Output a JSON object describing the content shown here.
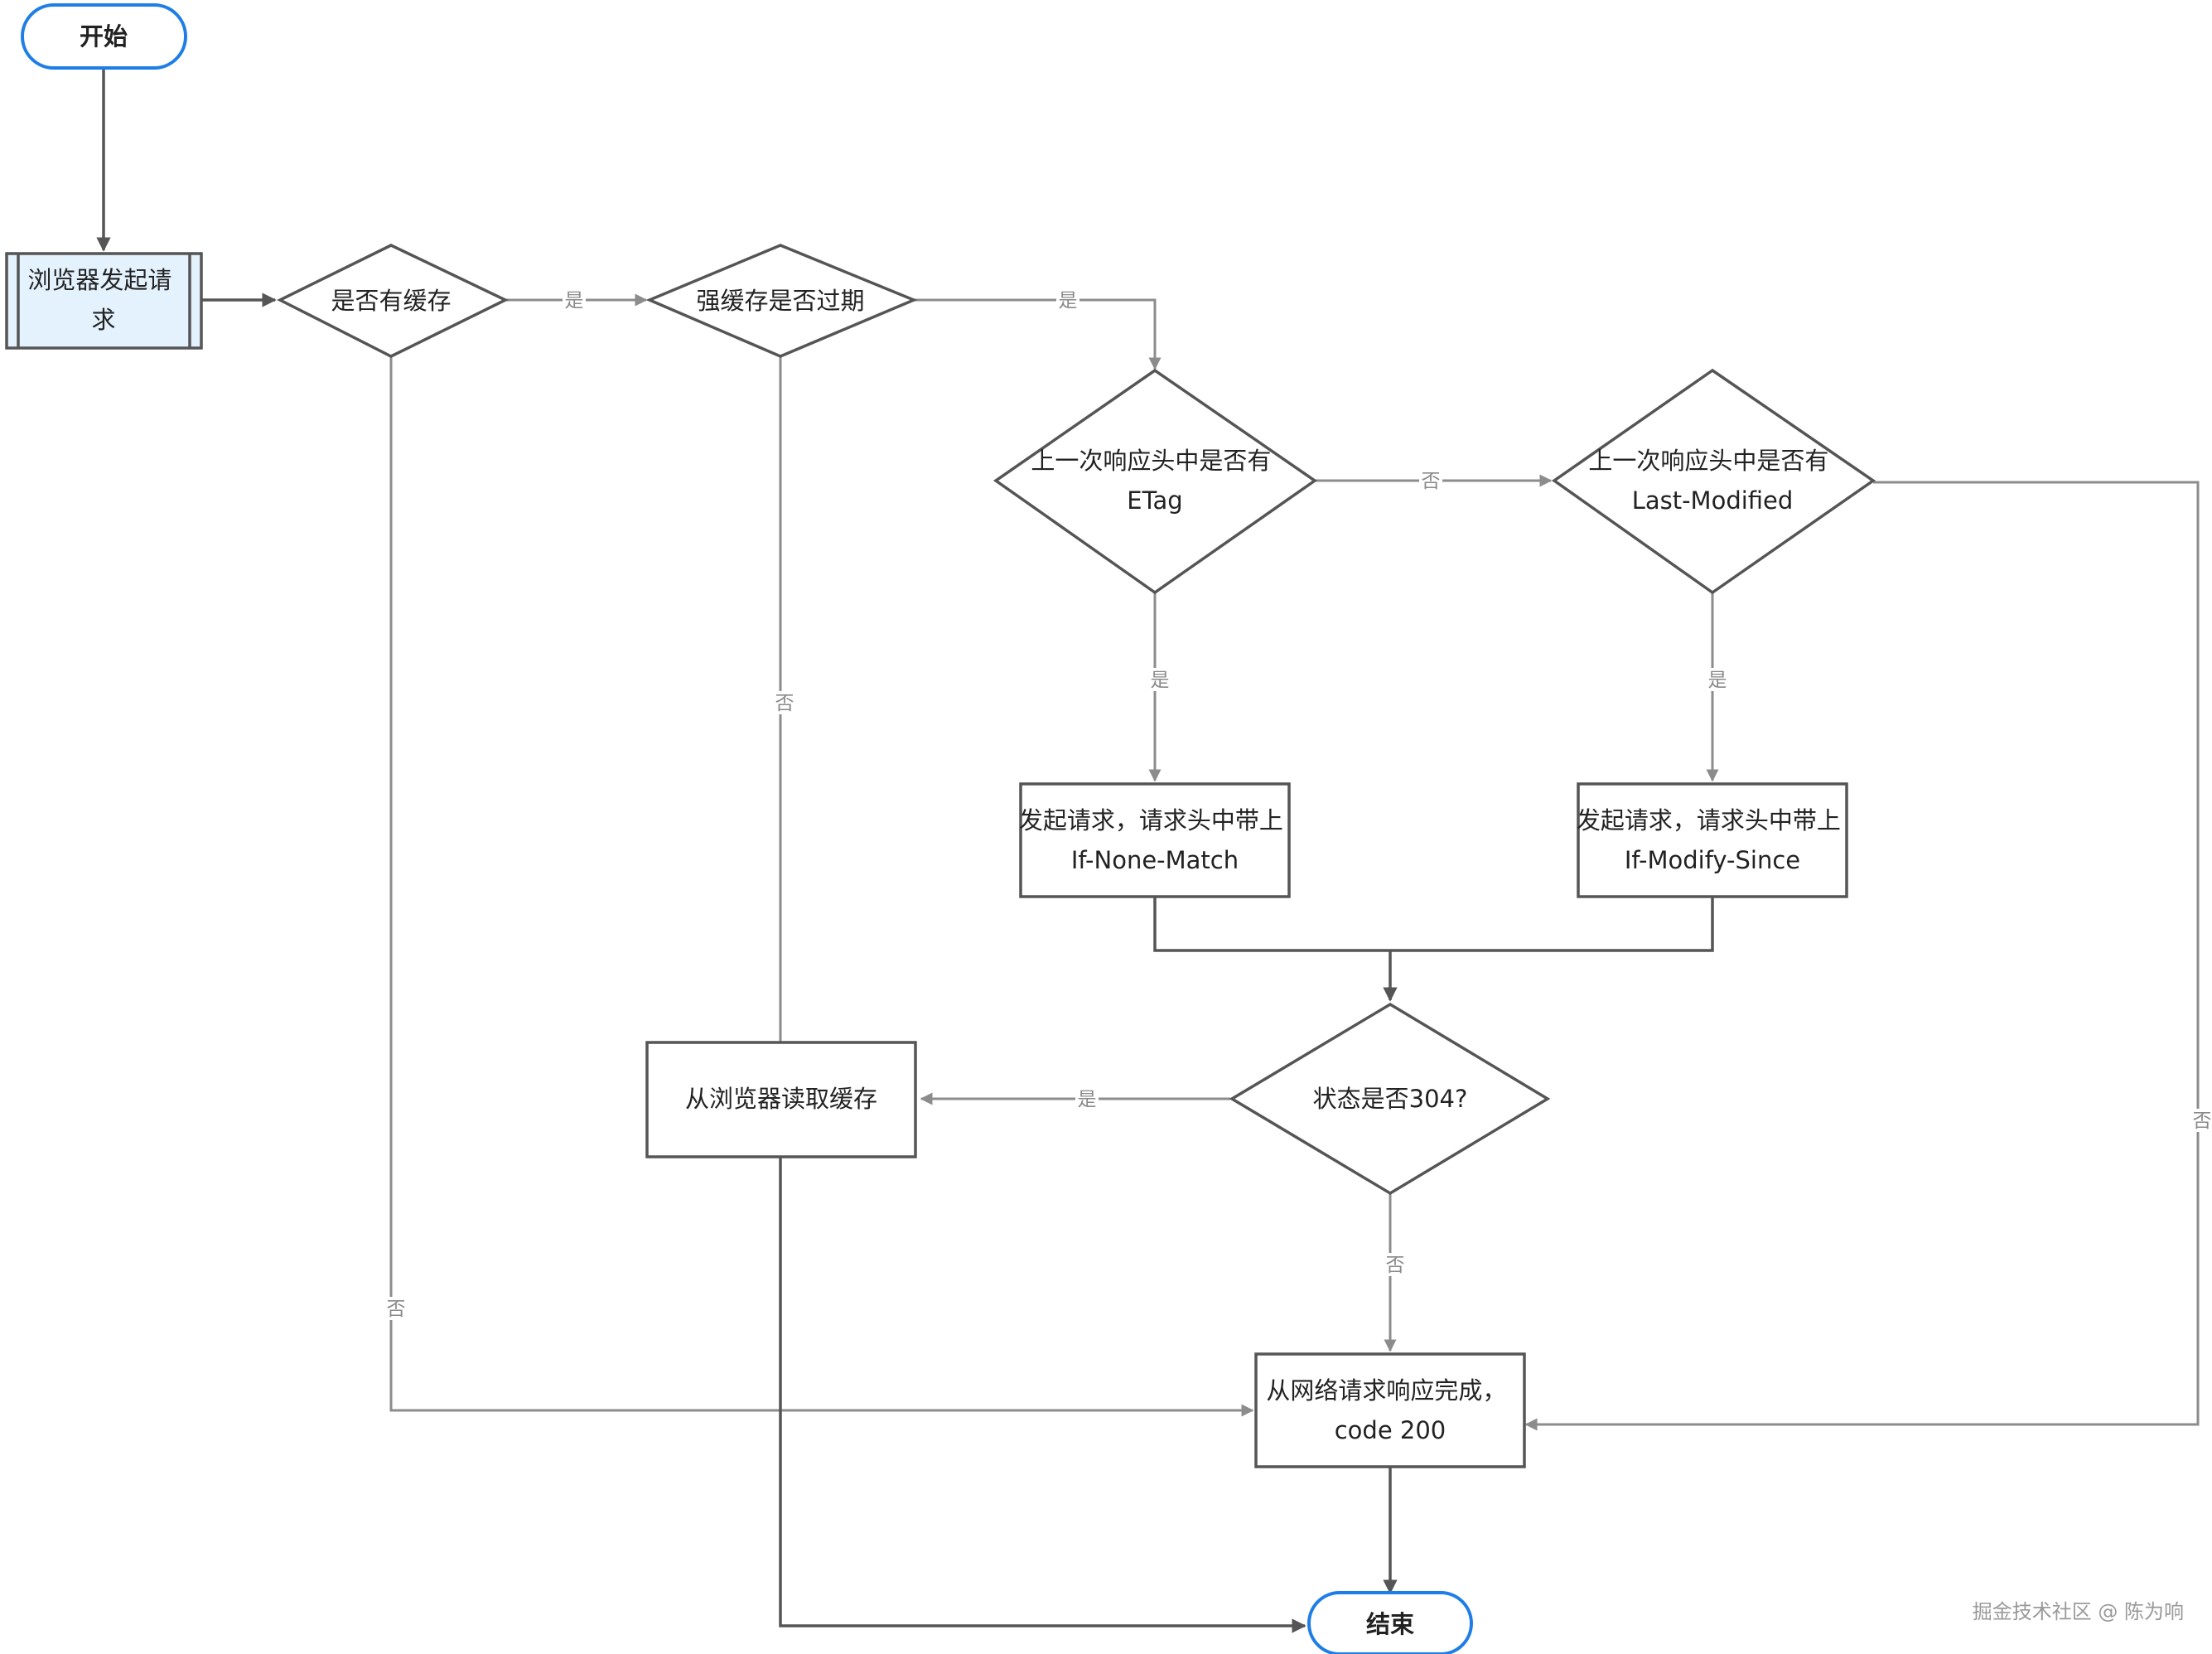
{
  "nodes": {
    "start": "开始",
    "browser_request": [
      "浏览器发起请",
      "求"
    ],
    "has_cache": "是否有缓存",
    "strong_cache_expired": "强缓存是否过期",
    "etag_check": [
      "上一次响应头中是否有",
      "ETag"
    ],
    "last_modified_check": [
      "上一次响应头中是否有",
      "Last-Modified"
    ],
    "request_if_none_match": [
      "发起请求，请求头中带上",
      "If-None-Match"
    ],
    "request_if_modify_since": [
      "发起请求，请求头中带上",
      "If-Modify-Since"
    ],
    "status_304": "状态是否304?",
    "read_browser_cache": "从浏览器读取缓存",
    "network_complete": [
      "从网络请求响应完成，",
      "code 200"
    ],
    "end": "结束"
  },
  "edge_labels": {
    "has_cache_yes": "是",
    "expired_yes": "是",
    "expired_no": "否",
    "etag_no": "否",
    "etag_yes": "是",
    "last_modified_yes": "是",
    "last_modified_no": "否",
    "status_304_yes": "是",
    "status_304_no": "否",
    "has_cache_no": "否"
  },
  "watermark": "掘金技术社区 @ 陈为响",
  "colors": {
    "terminator_border": "#1e7ee6",
    "process_fill": "#e3f2fd",
    "shape_border": "#555555",
    "edge_grey": "#8c8c8c",
    "edge_dark": "#555555",
    "label_grey": "#8a8a8a"
  }
}
